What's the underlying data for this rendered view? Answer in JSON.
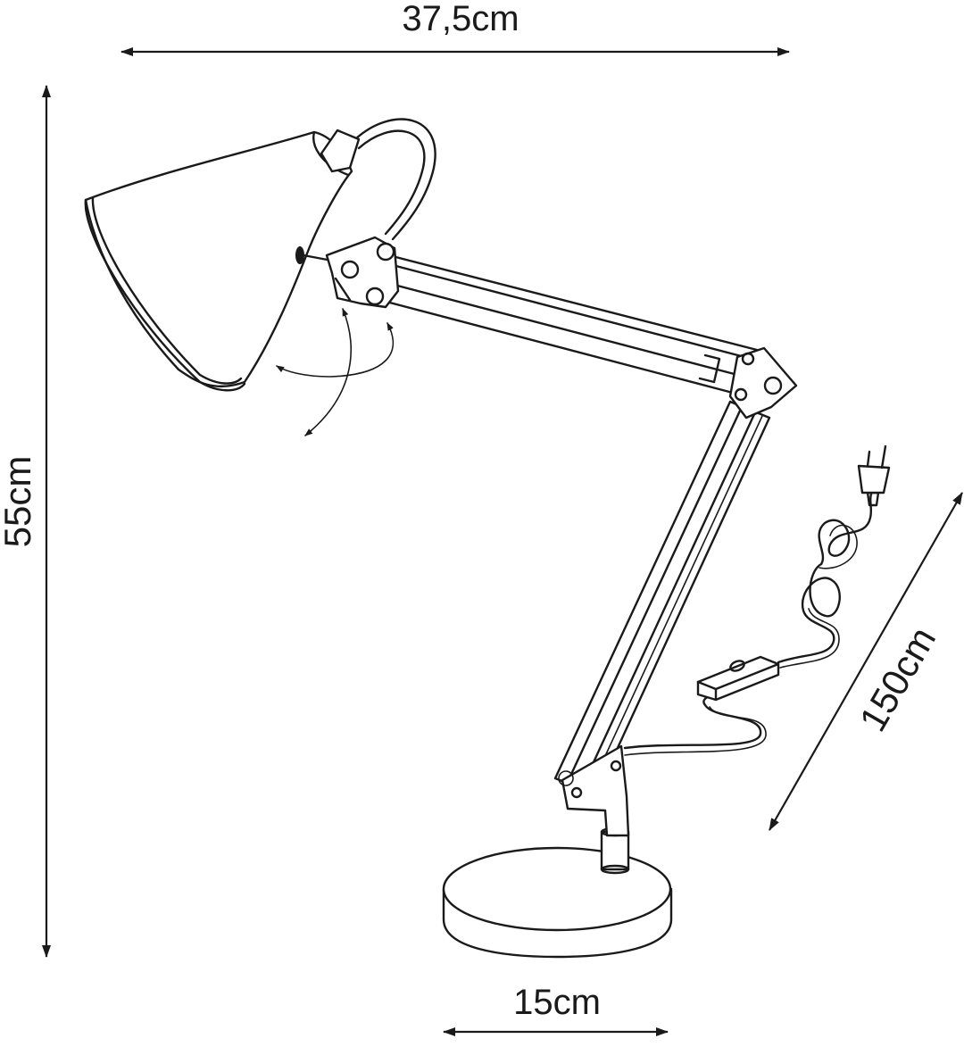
{
  "dimensions": {
    "width_label": "37,5cm",
    "height_label": "55cm",
    "cable_label": "150cm",
    "base_label": "15cm"
  },
  "colors": {
    "line": "#1a1a1a",
    "background": "#ffffff"
  }
}
